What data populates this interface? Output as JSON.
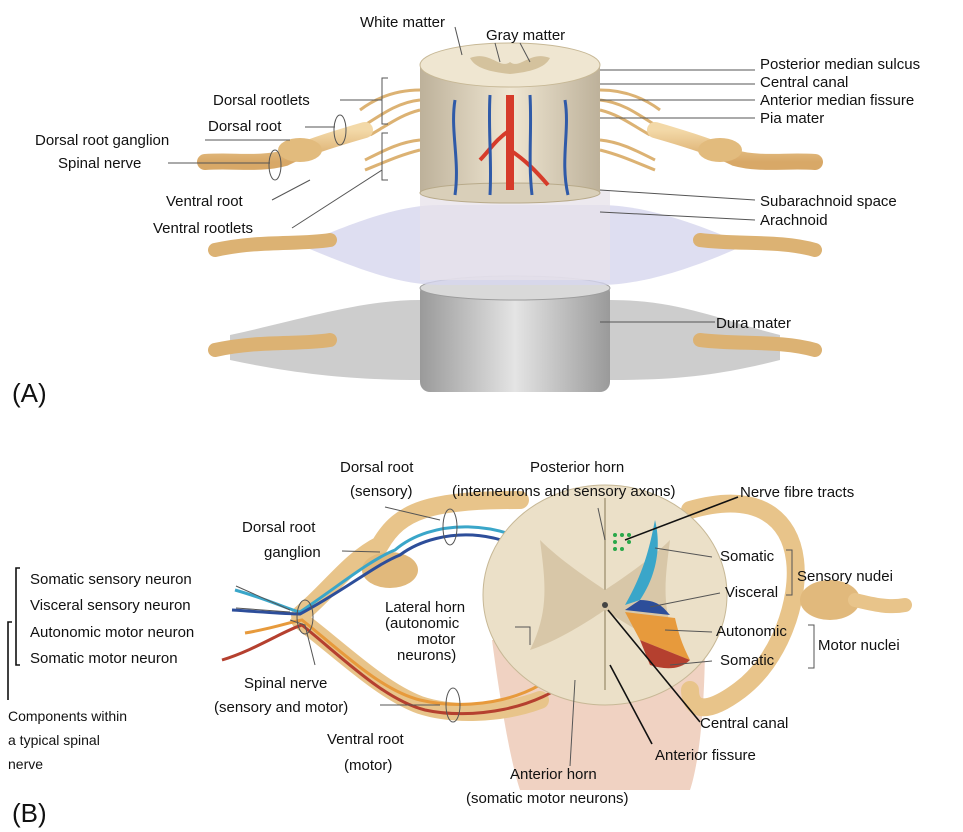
{
  "panel_a": {
    "letter": "(A)",
    "labels": {
      "white_matter": "White matter",
      "gray_matter": "Gray matter",
      "posterior_median_sulcus": "Posterior median sulcus",
      "central_canal": "Central canal",
      "anterior_median_fissure": "Anterior median fissure",
      "pia_mater": "Pia mater",
      "dorsal_rootlets": "Dorsal rootlets",
      "dorsal_root": "Dorsal root",
      "dorsal_root_ganglion": "Dorsal root ganglion",
      "spinal_nerve": "Spinal nerve",
      "ventral_root": "Ventral root",
      "ventral_rootlets": "Ventral rootlets",
      "subarachnoid_space": "Subarachnoid space",
      "arachnoid": "Arachnoid",
      "dura_mater": "Dura mater"
    }
  },
  "panel_b": {
    "letter": "(B)",
    "labels": {
      "dorsal_root_l1": "Dorsal root",
      "dorsal_root_l2": "(sensory)",
      "posterior_horn_l1": "Posterior horn",
      "posterior_horn_l2": "(interneurons and sensory axons)",
      "nerve_fibre_tracts": "Nerve fibre tracts",
      "drg_l1": "Dorsal root",
      "drg_l2": "ganglion",
      "somatic_sensory_neuron": "Somatic sensory neuron",
      "visceral_sensory_neuron": "Visceral sensory neuron",
      "autonomic_motor_neuron": "Autonomic motor neuron",
      "somatic_motor_neuron": "Somatic motor neuron",
      "lateral_horn_l1": "Lateral horn",
      "lateral_horn_l2": "(autonomic",
      "lateral_horn_l3": "motor",
      "lateral_horn_l4": "neurons)",
      "somatic_top": "Somatic",
      "visceral": "Visceral",
      "sensory_nuclei": "Sensory nudei",
      "autonomic": "Autonomic",
      "motor_nuclei": "Motor nuclei",
      "somatic_bottom": "Somatic",
      "spinal_nerve_l1": "Spinal nerve",
      "spinal_nerve_l2": "(sensory and motor)",
      "components_l1": "Components within",
      "components_l2": "a typical spinal",
      "components_l3": "nerve",
      "ventral_root_l1": "Ventral root",
      "ventral_root_l2": "(motor)",
      "central_canal": "Central canal",
      "anterior_fissure": "Anterior fissure",
      "anterior_horn_l1": "Anterior horn",
      "anterior_horn_l2": "(somatic motor neurons)"
    }
  },
  "colors": {
    "nerve": "#e8c48a",
    "white_matter": "#ebe0c8",
    "gray_matter": "#d8c7a8",
    "artery": "#d63b2a",
    "vein": "#2f5aa8",
    "arachnoid": "#c9c9e6",
    "dura": "#b9b9b9",
    "sensory_somatic": "#3aa6c9",
    "sensory_visceral": "#2d4e9a",
    "motor_autonomic": "#e79a3c",
    "motor_somatic": "#b5402f"
  }
}
